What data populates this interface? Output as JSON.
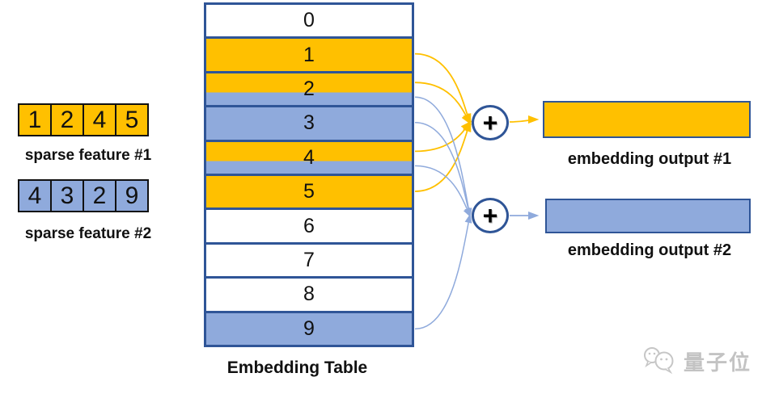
{
  "features": [
    {
      "label": "sparse feature #1",
      "values": [
        "1",
        "2",
        "4",
        "5"
      ],
      "color": "#FFC000"
    },
    {
      "label": "sparse feature #2",
      "values": [
        "4",
        "3",
        "2",
        "9"
      ],
      "color": "#8FAADC"
    }
  ],
  "table": {
    "title": "Embedding Table",
    "rows": [
      {
        "index": "0",
        "fill": "white"
      },
      {
        "index": "1",
        "fill": "orange"
      },
      {
        "index": "2",
        "fill": "split"
      },
      {
        "index": "3",
        "fill": "blue"
      },
      {
        "index": "4",
        "fill": "split"
      },
      {
        "index": "5",
        "fill": "orange"
      },
      {
        "index": "6",
        "fill": "white"
      },
      {
        "index": "7",
        "fill": "white"
      },
      {
        "index": "8",
        "fill": "white"
      },
      {
        "index": "9",
        "fill": "blue"
      }
    ]
  },
  "outputs": [
    {
      "label": "embedding output #1",
      "operator": "+",
      "color": "#FFC000",
      "source_rows": [
        1,
        2,
        4,
        5
      ]
    },
    {
      "label": "embedding output #2",
      "operator": "+",
      "color": "#8FAADC",
      "source_rows": [
        2,
        3,
        4,
        9
      ]
    }
  ],
  "colors": {
    "orange": "#FFC000",
    "blue": "#8FAADC",
    "border_navy": "#2F5597",
    "cell_border": "#111111",
    "watermark_gray": "#c3c3c3"
  },
  "watermark": {
    "text": "量子位",
    "icon": "chat-bubbles-icon"
  }
}
